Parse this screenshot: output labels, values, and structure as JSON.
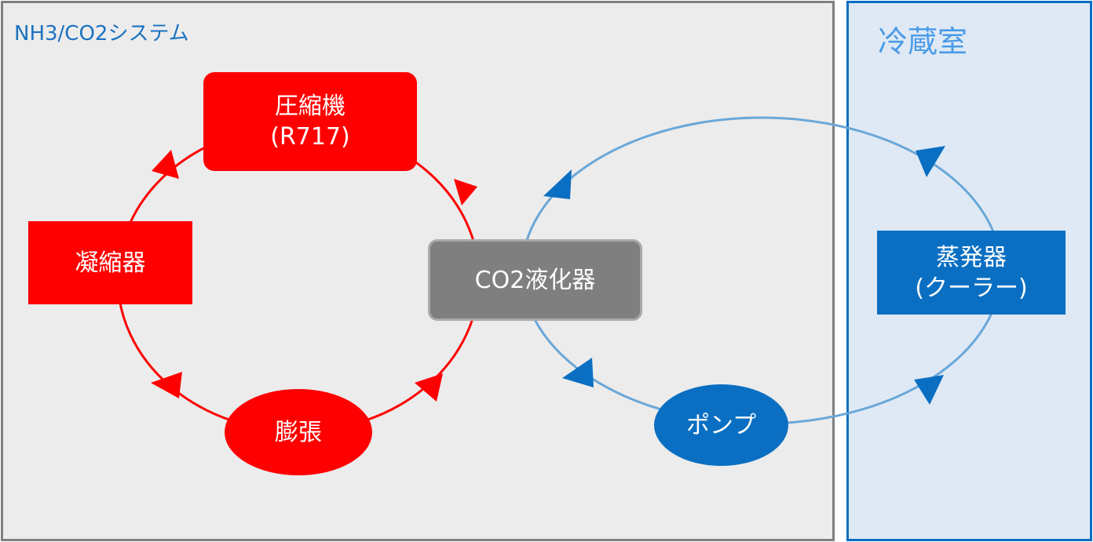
{
  "system_panel": {
    "title": "NH3/CO2システム"
  },
  "room_panel": {
    "title": "冷蔵室"
  },
  "nodes": {
    "compressor": {
      "line1": "圧縮機",
      "line2": "(R717)"
    },
    "condenser": {
      "label": "凝縮器"
    },
    "expansion": {
      "label": "膨張"
    },
    "co2_condenser": {
      "label": "CO2液化器"
    },
    "pump": {
      "label": "ポンプ"
    },
    "evaporator": {
      "line1": "蒸発器",
      "line2": "(クーラー)"
    }
  },
  "colors": {
    "nh3_loop": "#ff0000",
    "co2_loop": "#6aa7d8",
    "co2_arrow": "#0a6fc2",
    "co2_condenser": "#7f7f7f",
    "panel_border_system": "#7f7f7f",
    "panel_border_room": "#0a6fc2"
  }
}
